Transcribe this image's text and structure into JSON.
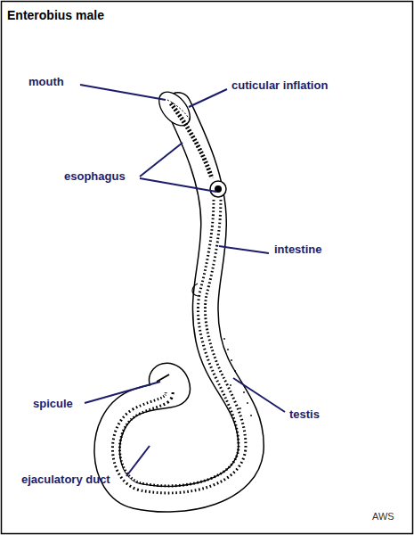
{
  "diagram": {
    "title": "Enterobius male",
    "labels": [
      "mouth",
      "cuticular inflation",
      "esophagus",
      "intestine",
      "spicule",
      "testis",
      "ejaculatory duct",
      "AWS"
    ]
  }
}
